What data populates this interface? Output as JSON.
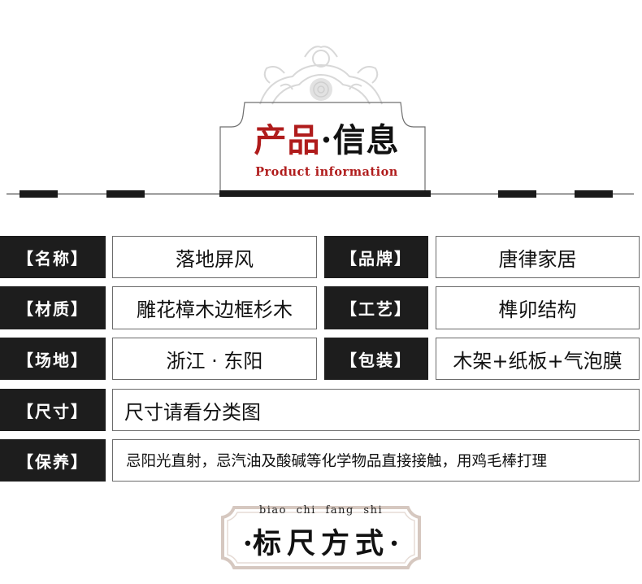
{
  "header": {
    "title_red": "产品",
    "title_dot": "·",
    "title_black": "信息",
    "subtitle": "Product information"
  },
  "specs": [
    {
      "label": "【名称】",
      "value": "落地屏风"
    },
    {
      "label": "【品牌】",
      "value": "唐律家居"
    },
    {
      "label": "【材质】",
      "value": "雕花樟木边框杉木"
    },
    {
      "label": "【工艺】",
      "value": "榫卯结构"
    },
    {
      "label": "【场地】",
      "value": "浙江 · 东阳"
    },
    {
      "label": "【包装】",
      "value": "木架+纸板+气泡膜"
    },
    {
      "label": "【尺寸】",
      "value": "尺寸请看分类图"
    },
    {
      "label": "【保养】",
      "value": "忌阳光直射，忌汽油及酸碱等化学物品直接接触，用鸡毛棒打理"
    }
  ],
  "footer": {
    "pinyin": "biao chi fang shi",
    "dot_left": "·",
    "title": "标尺方式",
    "dot_right": "·"
  },
  "colors": {
    "accent_red": "#b01c1c",
    "label_bg": "#1d1d1d",
    "value_border": "#6b6b6b"
  }
}
